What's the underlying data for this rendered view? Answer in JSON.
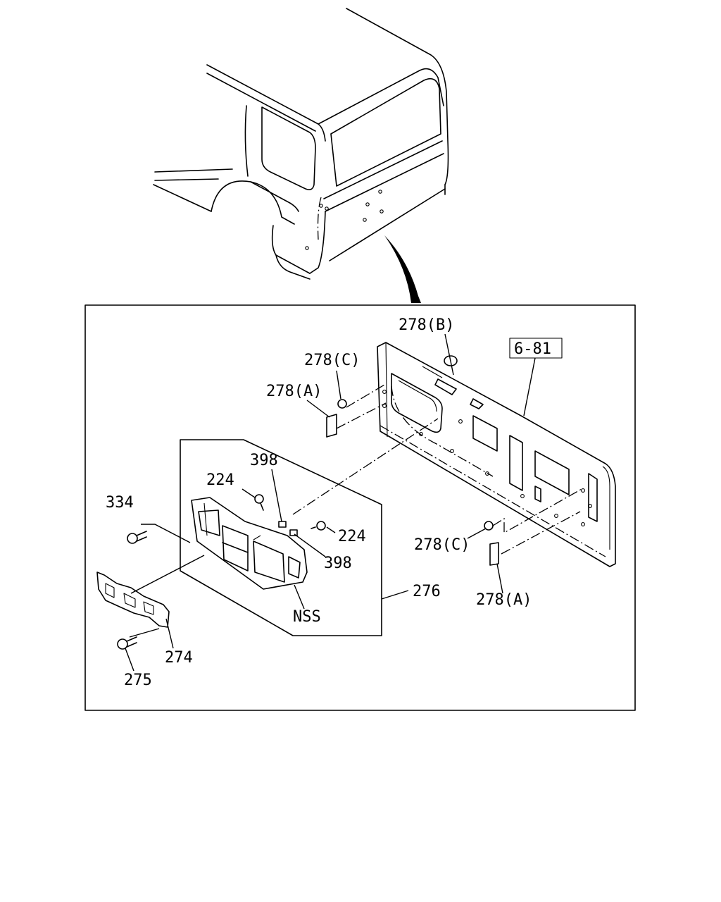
{
  "diagram": {
    "labels": {
      "ref_box": "6-81",
      "part_278_b": "278(B)",
      "part_278_c_left": "278(C)",
      "part_278_a_left": "278(A)",
      "part_278_c_right": "278(C)",
      "part_278_a_right": "278(A)",
      "part_398_top": "398",
      "part_398_bottom": "398",
      "part_224_left": "224",
      "part_224_right": "224",
      "part_334": "334",
      "part_276": "276",
      "part_274": "274",
      "part_275": "275",
      "nss": "NSS"
    }
  }
}
